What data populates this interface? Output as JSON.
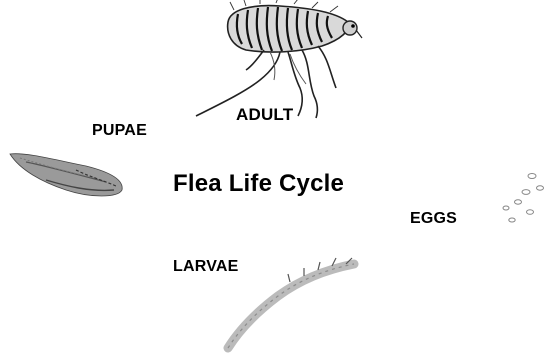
{
  "title": "Flea Life Cycle",
  "stages": {
    "adult": "ADULT",
    "pupae": "PUPAE",
    "eggs": "EGGS",
    "larvae": "LARVAE"
  }
}
